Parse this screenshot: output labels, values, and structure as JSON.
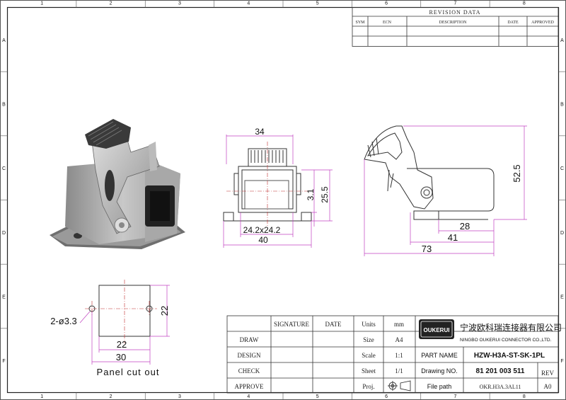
{
  "frame": {
    "col_numbers": [
      "1",
      "2",
      "3",
      "4",
      "5",
      "6",
      "7",
      "8"
    ],
    "row_letters": [
      "A",
      "B",
      "C",
      "D",
      "E",
      "F"
    ]
  },
  "revision": {
    "title": "REVISION DATA",
    "headers": [
      "SYM",
      "ECN",
      "DESCRIPTION",
      "DATE",
      "APPROVED"
    ]
  },
  "front_view": {
    "dim_width": "34",
    "dim_depth": "3.1",
    "dim_height": "25.5",
    "dim_opening": "24.2x24.2",
    "dim_base": "40"
  },
  "side_view": {
    "dim_height": "52.5",
    "dim_a": "28",
    "dim_b": "41",
    "dim_c": "73"
  },
  "panel_cutout": {
    "dim_holes": "2-ø3.3",
    "dim_height": "22",
    "dim_width": "22",
    "dim_total": "30",
    "caption": "Panel cut out"
  },
  "title_block": {
    "headers": {
      "signature": "SIGNATURE",
      "date": "DATE",
      "units": "Units",
      "units_value": "mm"
    },
    "rows": [
      "DRAW",
      "DESIGN",
      "CHECK",
      "APPROVE"
    ],
    "size_label": "Size",
    "size_value": "A4",
    "scale_label": "Scale",
    "scale_value": "1:1",
    "sheet_label": "Sheet",
    "sheet_value": "1/1",
    "proj_label": "Proj.",
    "logo_text": "OUKERUI",
    "company_cn": "宁波欧科瑞连接器有限公司",
    "company_en": "NINGBO OUKERUI CONNECTOR CO.,LTD.",
    "part_name_label": "PART NAME",
    "part_name_value": "HZW-H3A-ST-SK-1PL",
    "drawing_no_label": "Drawing NO.",
    "drawing_no_value": "81 201 003 511",
    "rev_label": "REV",
    "file_path_label": "File path",
    "file_path_value": "OKR.H3A.3AL11",
    "rev_value": "A0"
  },
  "colors": {
    "dimension": "#c040c0",
    "line": "#333333",
    "center": "#c03030"
  }
}
